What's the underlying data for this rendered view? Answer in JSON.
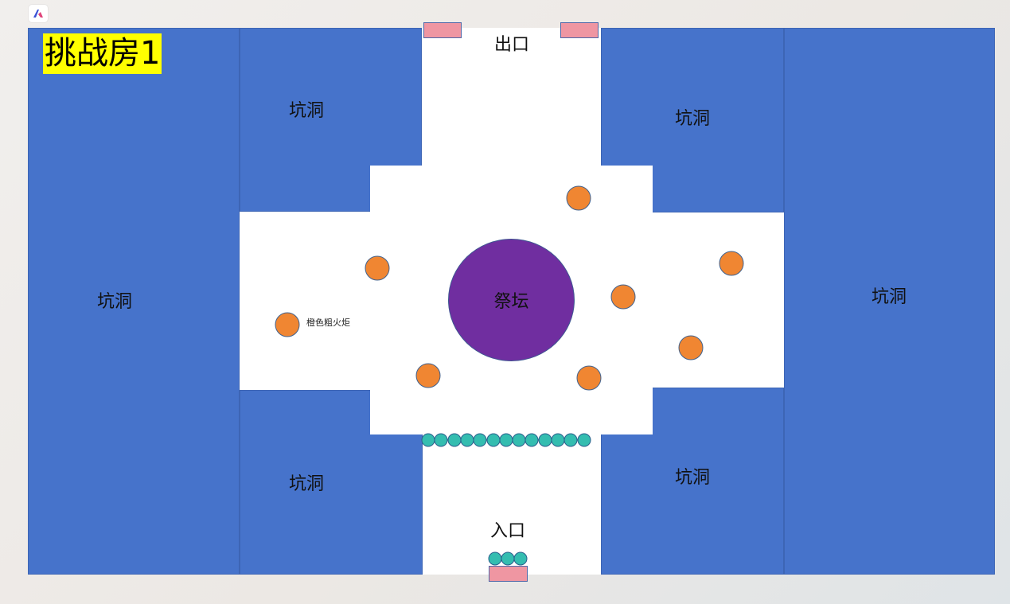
{
  "app": {
    "icon": "app-logo-icon",
    "accent": "#4a63d9"
  },
  "room": {
    "title": "挑战房1",
    "colors": {
      "pit": "#4673cb",
      "floor": "#ffffff",
      "altar": "#702ea0",
      "torch": "#f08632",
      "bead": "#34bdb0",
      "gate": "#ef96a2",
      "title_highlight": "#ffff00"
    },
    "pits": {
      "far_left": "坑洞",
      "top_left": "坑洞",
      "bottom_left": "坑洞",
      "top_right": "坑洞",
      "bottom_right": "坑洞",
      "far_right": "坑洞"
    },
    "altar": "祭坛",
    "exit": "出口",
    "entrance": "入口",
    "torch_label": "橙色粗火炬",
    "torch_count": 8,
    "bead_rows": [
      13,
      3
    ]
  }
}
